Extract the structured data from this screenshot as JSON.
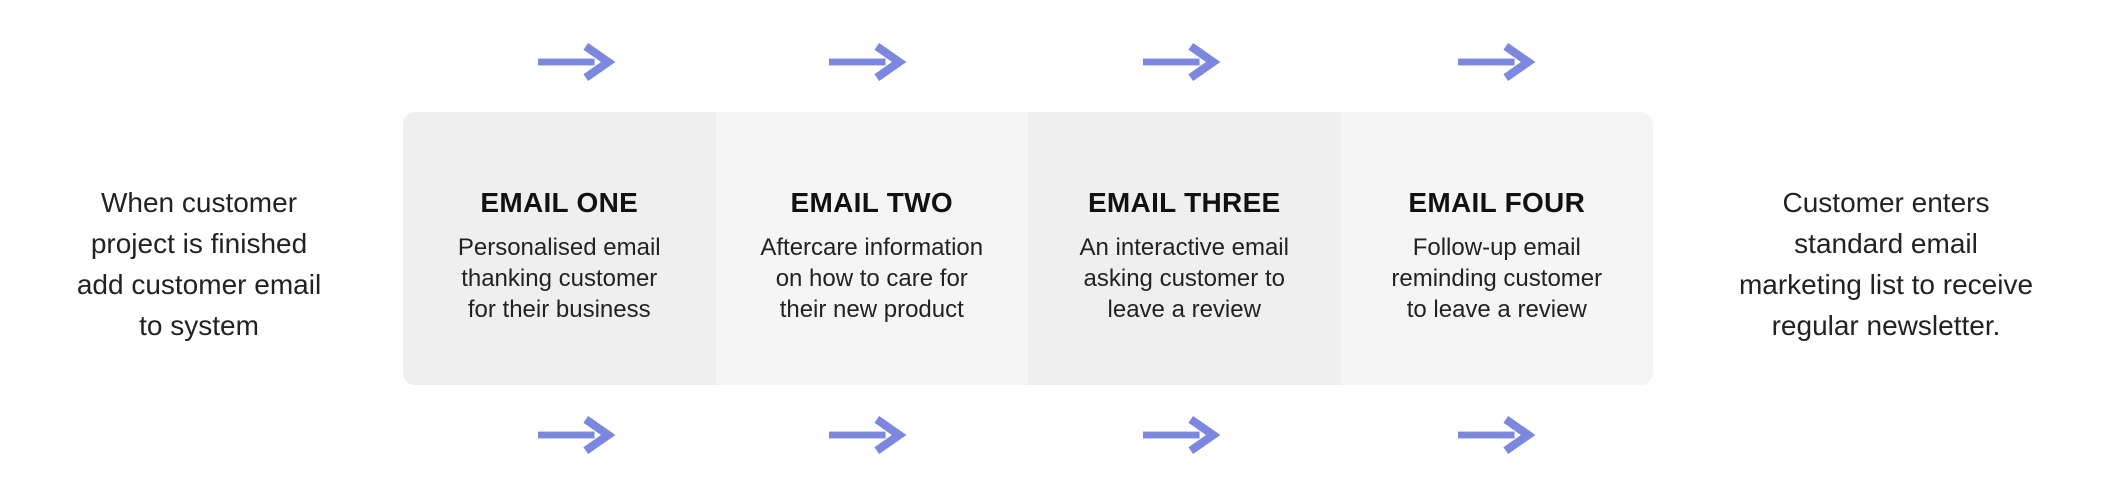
{
  "theme": {
    "page_bg": "#ffffff",
    "arrow_color": "#7C88E0",
    "box_dark": "#EFEFEF",
    "box_light": "#F5F5F5",
    "title_color": "#111111",
    "text_color": "#222222"
  },
  "left_note": {
    "lines": [
      "When customer",
      "project is finished",
      "add customer email",
      "to system"
    ]
  },
  "right_note": {
    "lines": [
      "Customer enters",
      "standard email",
      "marketing list to receive",
      "regular newsletter."
    ]
  },
  "steps": [
    {
      "title": "EMAIL ONE",
      "desc_lines": [
        "Personalised email",
        "thanking customer",
        "for their business"
      ]
    },
    {
      "title": "EMAIL TWO",
      "desc_lines": [
        "Aftercare information",
        "on how to care for",
        "their new product"
      ]
    },
    {
      "title": "EMAIL THREE",
      "desc_lines": [
        "An interactive email",
        "asking customer to",
        "leave a review"
      ]
    },
    {
      "title": "EMAIL FOUR",
      "desc_lines": [
        "Follow-up email",
        "reminding customer",
        "to leave a review"
      ]
    }
  ],
  "icons": {
    "arrow": "right-arrow"
  }
}
